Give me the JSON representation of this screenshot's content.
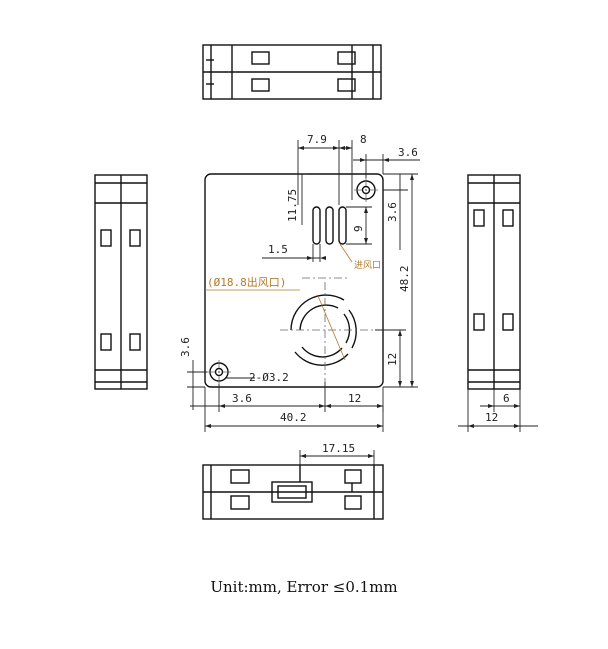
{
  "dimensions": {
    "d_7_9": "7.9",
    "d_8": "8",
    "d_3_6_top": "3.6",
    "d_11_75": "11.75",
    "d_9": "9",
    "d_3_6_right": "3.6",
    "d_1_5": "1.5",
    "d_48_2": "48.2",
    "d_12_right": "12",
    "d_3_6_left": "3.6",
    "d_3_6_bottom": "3.6",
    "d_12_bottom": "12",
    "d_40_2": "40.2",
    "d_2_phi_3_2": "2-Ø3.2",
    "d_17_15": "17.15",
    "d_6_side": "6",
    "d_12_side": "12"
  },
  "notes": {
    "inlet": "进风口",
    "outlet": "(Ø18.8出风口)"
  },
  "caption": "Unit:mm, Error ≤0.1mm"
}
